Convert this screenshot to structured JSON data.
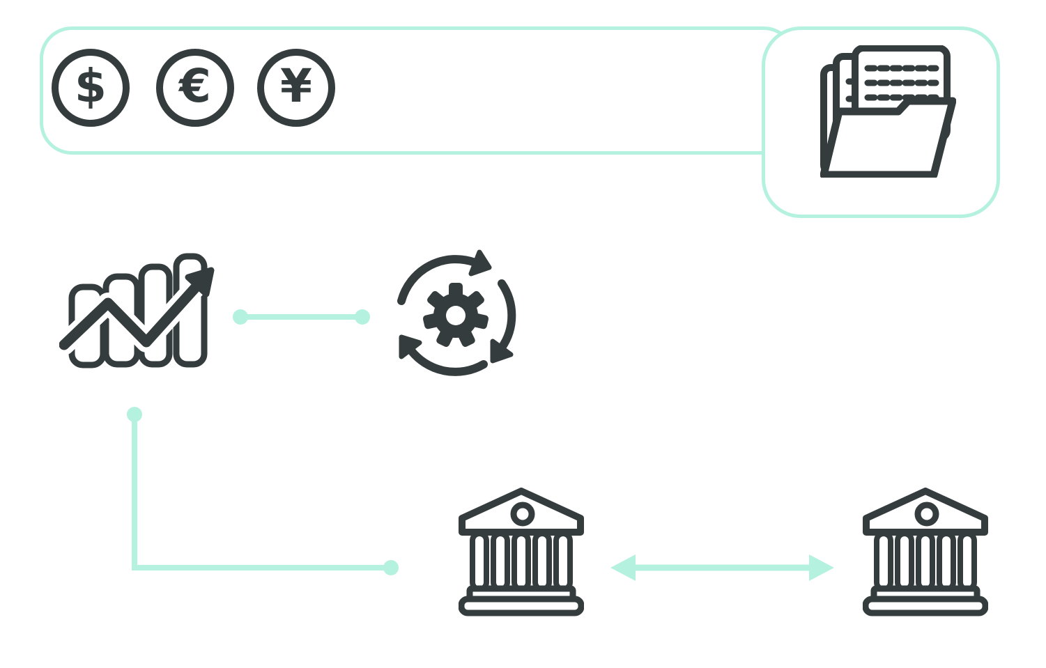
{
  "palette": {
    "ink": "#353C3E",
    "accent": "#B5F1DF",
    "bg": "#ffffff"
  },
  "banner": {
    "currencies": [
      {
        "name": "dollar",
        "symbol": "$"
      },
      {
        "name": "euro",
        "symbol": "€"
      },
      {
        "name": "yen",
        "symbol": "¥"
      }
    ]
  },
  "nodes": [
    {
      "id": "currency-banner",
      "icon": "currency-coins-icons",
      "description": "pill banner holding dollar, euro and yen coin icons"
    },
    {
      "id": "document-archive",
      "icon": "open-folder-documents-icon",
      "description": "rounded card with open folder and data sheets"
    },
    {
      "id": "market-growth",
      "icon": "bar-chart-growth-arrow-icon",
      "description": "bar chart with rising zigzag arrow"
    },
    {
      "id": "processing",
      "icon": "gear-sync-arrows-icon",
      "description": "gear surrounded by three clockwise arc arrows"
    },
    {
      "id": "bank-left",
      "icon": "bank-building-icon",
      "description": "classical bank building with columns"
    },
    {
      "id": "bank-right",
      "icon": "bank-building-icon",
      "description": "classical bank building with columns"
    }
  ],
  "edges": [
    {
      "from": "market-growth",
      "to": "processing",
      "style": "line-with-end-dots"
    },
    {
      "from": "market-growth",
      "to": "bank-left",
      "style": "elbow-line-with-end-dots"
    },
    {
      "from": "bank-left",
      "to": "bank-right",
      "style": "double-headed-arrow"
    }
  ]
}
